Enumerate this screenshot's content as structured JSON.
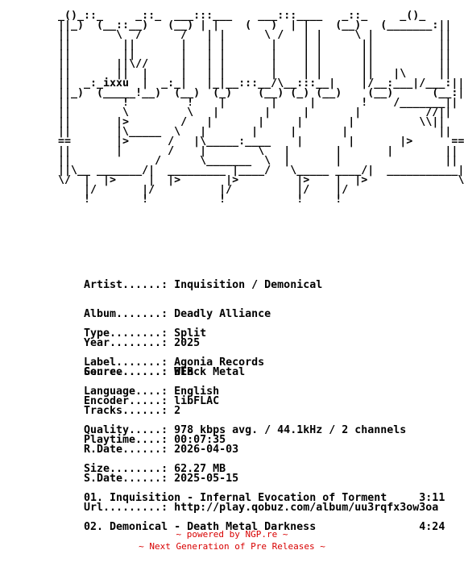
{
  "ascii_art": " _()_::_     _::_  ___:::___    ___:::____   _::_     _()_\n ||_)  (__::__)   (__) | |    (   )  | |    (__)   (_______:||\n ||       \\  /      /   | |      \\ /   | |     \\ |          || \n ||        ||       |   | |       |    | |      ||          || \n ||        ||       |   | |       |    | |      ||          || \n ||       ||\\//     |   | |       |    | |      ||          || \n ||       ||  |     |   | |       |    | |      ||   |\\     || \n ||  _:_ixxu  |  _:_|   |_|__:::__/\\__:::__|    |/__:___|/___:|| \n ||_)  (_____!__)  (__)  (_)    (__) (_) (__)    (__)      (__:|| \n ||        !         !    |       |     |       !    /_______|| \n ||        \\         \\   |       |     |       |          //||\n ||       |>        /   |       |     |       |          \\\\|| \n ||       |\\_____  \\   |       |     |       |              || \n ==       |>      /   |\\_____:____    |       |       |>      == \n ||       |       /    |        \\   |       |       |        || \n ||             /      \\_______  \\  |       |                || \n ||\\__ _______/|  _________ |____/   \\_____ ____/|  ___________|| \n \\/  |  |>     |  |>       |>         |>    |  |>              \\/ \n     |/       |/          |/          |/    |/                   \n     !        !           !           !     !                    ",
  "info": {
    "artist": {
      "key": "Artist......:",
      "value": "Inquisition / Demonical"
    },
    "album": {
      "key": "Album.......:",
      "value": "Deadly Alliance"
    },
    "year": {
      "key": "Year........:",
      "value": "2025"
    },
    "genre": {
      "key": "Genre.......:",
      "value": "Black Metal"
    },
    "type": {
      "key": "Type........:",
      "value": "Split"
    },
    "label": {
      "key": "Label.......:",
      "value": "Agonia Records"
    },
    "language": {
      "key": "Language....:",
      "value": "English"
    },
    "source": {
      "key": "Source......:",
      "value": "WEB"
    },
    "encoder": {
      "key": "Encoder.....:",
      "value": "libFLAC"
    },
    "quality": {
      "key": "Quality.....:",
      "value": "978 kbps avg. / 44.1kHz / 2 channels"
    },
    "tracks": {
      "key": "Tracks......:",
      "value": "2"
    },
    "playtime": {
      "key": "Playtime....:",
      "value": "00:07:35"
    },
    "size": {
      "key": "Size........:",
      "value": "62.27 MB"
    },
    "rdate": {
      "key": "R.Date......:",
      "value": "2026-04-03"
    },
    "sdate": {
      "key": "S.Date......:",
      "value": "2025-05-15"
    },
    "url": {
      "key": "Url.........:",
      "value": "http://play.qobuz.com/album/uu3rqfx3ow3oa"
    }
  },
  "tracklist": [
    {
      "title": "01. Inquisition - Infernal Evocation of Torment",
      "time": "3:11"
    },
    {
      "title": "02. Demonical - Death Metal Darkness",
      "time": "4:24"
    }
  ],
  "footer": {
    "line1": "~ powered by NGP.re ~",
    "line2": "~ Next Generation of Pre Releases ~"
  },
  "colors": {
    "text": "#000000",
    "footer": "#d80000",
    "background": "#ffffff"
  }
}
